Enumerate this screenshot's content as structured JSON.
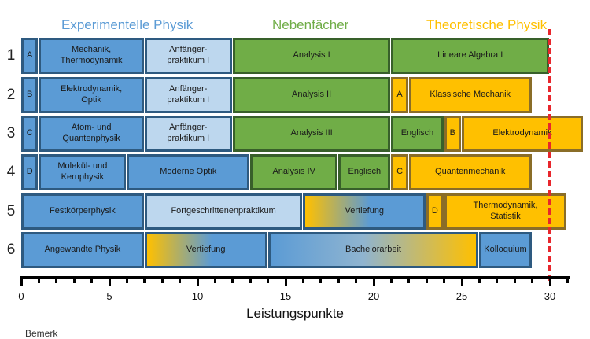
{
  "headers": {
    "experimental": "Experimentelle Physik",
    "nebenfaecher": "Nebenfächer",
    "theoretisch": "Theoretische Physik"
  },
  "colors": {
    "experimental": "#5b9bd5",
    "experimental_light": "#bdd7ee",
    "nebenfach": "#70ad47",
    "theoretisch": "#ffc000",
    "cutoff_line": "#e8262c"
  },
  "rows": [
    "1",
    "2",
    "3",
    "4",
    "5",
    "6"
  ],
  "modules": [
    {
      "row": 1,
      "start": 0,
      "end": 1,
      "label": "A",
      "category": "experimental"
    },
    {
      "row": 1,
      "start": 1,
      "end": 7,
      "label": "Mechanik,\nThermodynamik",
      "category": "experimental"
    },
    {
      "row": 1,
      "start": 7,
      "end": 12,
      "label": "Anfänger-\npraktikum I",
      "category": "experimental_light"
    },
    {
      "row": 1,
      "start": 12,
      "end": 21,
      "label": "Analysis I",
      "category": "nebenfach"
    },
    {
      "row": 1,
      "start": 21,
      "end": 30,
      "label": "Lineare Algebra I",
      "category": "nebenfach"
    },
    {
      "row": 2,
      "start": 0,
      "end": 1,
      "label": "B",
      "category": "experimental"
    },
    {
      "row": 2,
      "start": 1,
      "end": 7,
      "label": "Elektrodynamik,\nOptik",
      "category": "experimental"
    },
    {
      "row": 2,
      "start": 7,
      "end": 12,
      "label": "Anfänger-\npraktikum I",
      "category": "experimental_light"
    },
    {
      "row": 2,
      "start": 12,
      "end": 21,
      "label": "Analysis II",
      "category": "nebenfach"
    },
    {
      "row": 2,
      "start": 21,
      "end": 22,
      "label": "A",
      "category": "theoretisch"
    },
    {
      "row": 2,
      "start": 22,
      "end": 29,
      "label": "Klassische Mechanik",
      "category": "theoretisch"
    },
    {
      "row": 3,
      "start": 0,
      "end": 1,
      "label": "C",
      "category": "experimental"
    },
    {
      "row": 3,
      "start": 1,
      "end": 7,
      "label": "Atom- und\nQuantenphysik",
      "category": "experimental"
    },
    {
      "row": 3,
      "start": 7,
      "end": 12,
      "label": "Anfänger-\npraktikum I",
      "category": "experimental_light"
    },
    {
      "row": 3,
      "start": 12,
      "end": 21,
      "label": "Analysis III",
      "category": "nebenfach"
    },
    {
      "row": 3,
      "start": 21,
      "end": 24,
      "label": "Englisch",
      "category": "nebenfach"
    },
    {
      "row": 3,
      "start": 24,
      "end": 25,
      "label": "B",
      "category": "theoretisch"
    },
    {
      "row": 3,
      "start": 25,
      "end": 32,
      "label": "Elektrodynamik",
      "category": "theoretisch"
    },
    {
      "row": 4,
      "start": 0,
      "end": 1,
      "label": "D",
      "category": "experimental"
    },
    {
      "row": 4,
      "start": 1,
      "end": 6,
      "label": "Molekül- und\nKernphysik",
      "category": "experimental"
    },
    {
      "row": 4,
      "start": 6,
      "end": 13,
      "label": "Moderne Optik",
      "category": "experimental"
    },
    {
      "row": 4,
      "start": 13,
      "end": 18,
      "label": "Analysis IV",
      "category": "nebenfach"
    },
    {
      "row": 4,
      "start": 18,
      "end": 21,
      "label": "Englisch",
      "category": "nebenfach"
    },
    {
      "row": 4,
      "start": 21,
      "end": 22,
      "label": "C",
      "category": "theoretisch"
    },
    {
      "row": 4,
      "start": 22,
      "end": 29,
      "label": "Quantenmechanik",
      "category": "theoretisch"
    },
    {
      "row": 5,
      "start": 0,
      "end": 7,
      "label": "Festkörperphysik",
      "category": "experimental"
    },
    {
      "row": 5,
      "start": 7,
      "end": 16,
      "label": "Fortgeschrittenenpraktikum",
      "category": "experimental_light"
    },
    {
      "row": 5,
      "start": 16,
      "end": 23,
      "label": "Vertiefung",
      "category": "gradient_yellow_blue"
    },
    {
      "row": 5,
      "start": 23,
      "end": 24,
      "label": "D",
      "category": "theoretisch"
    },
    {
      "row": 5,
      "start": 24,
      "end": 31,
      "label": "Thermodynamik,\nStatistik",
      "category": "theoretisch"
    },
    {
      "row": 6,
      "start": 0,
      "end": 7,
      "label": "Angewandte Physik",
      "category": "experimental"
    },
    {
      "row": 6,
      "start": 7,
      "end": 14,
      "label": "Vertiefung",
      "category": "gradient_yellow_blue"
    },
    {
      "row": 6,
      "start": 14,
      "end": 26,
      "label": "Bachelorarbeit",
      "category": "gradient_blue_yellow"
    },
    {
      "row": 6,
      "start": 26,
      "end": 29,
      "label": "Kolloquium",
      "category": "experimental"
    }
  ],
  "axis": {
    "label": "Leistungspunkte",
    "min": 0,
    "max": 31,
    "tick_labels": [
      "0",
      "5",
      "10",
      "15",
      "20",
      "25",
      "30"
    ],
    "major_every": 5
  },
  "cutoff_value": 30,
  "footer_fragment": "Bemerk"
}
